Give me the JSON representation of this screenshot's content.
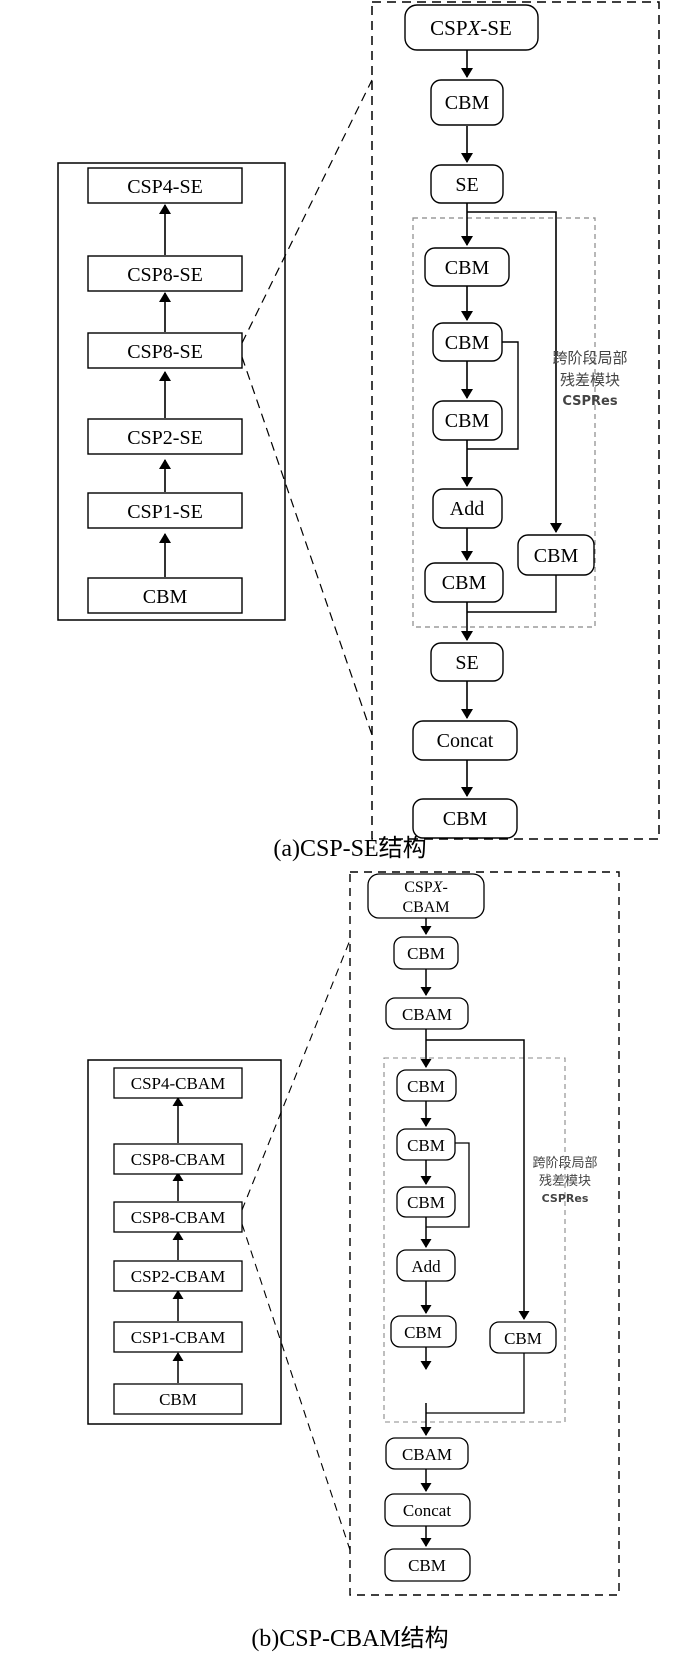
{
  "panel_a": {
    "stack": [
      "CBM",
      "CSP1-SE",
      "CSP2-SE",
      "CSP8-SE",
      "CSP8-SE",
      "CSP4-SE"
    ],
    "top": "CSPX-SE",
    "top_pre": "CSP",
    "top_italic": "X",
    "top_post": "-SE",
    "cbm": "CBM",
    "attn": "SE",
    "add": "Add",
    "concat": "Concat",
    "res_label": [
      "跨阶段局部",
      "残差模块",
      "CSPRes"
    ],
    "caption": "(a)CSP-SE结构"
  },
  "panel_b": {
    "stack": [
      "CBM",
      "CSP1-CBAM",
      "CSP2-CBAM",
      "CSP8-CBAM",
      "CSP8-CBAM",
      "CSP4-CBAM"
    ],
    "top": "CSPX-CBAM",
    "top_pre": "CSP",
    "top_italic": "X",
    "top_post": "-",
    "top_line2": "CBAM",
    "cbm": "CBM",
    "attn": "CBAM",
    "add": "Add",
    "concat": "Concat",
    "res_label": [
      "跨阶段局部",
      "残差模块",
      "CSPRes"
    ],
    "caption": "(b)CSP-CBAM结构"
  }
}
